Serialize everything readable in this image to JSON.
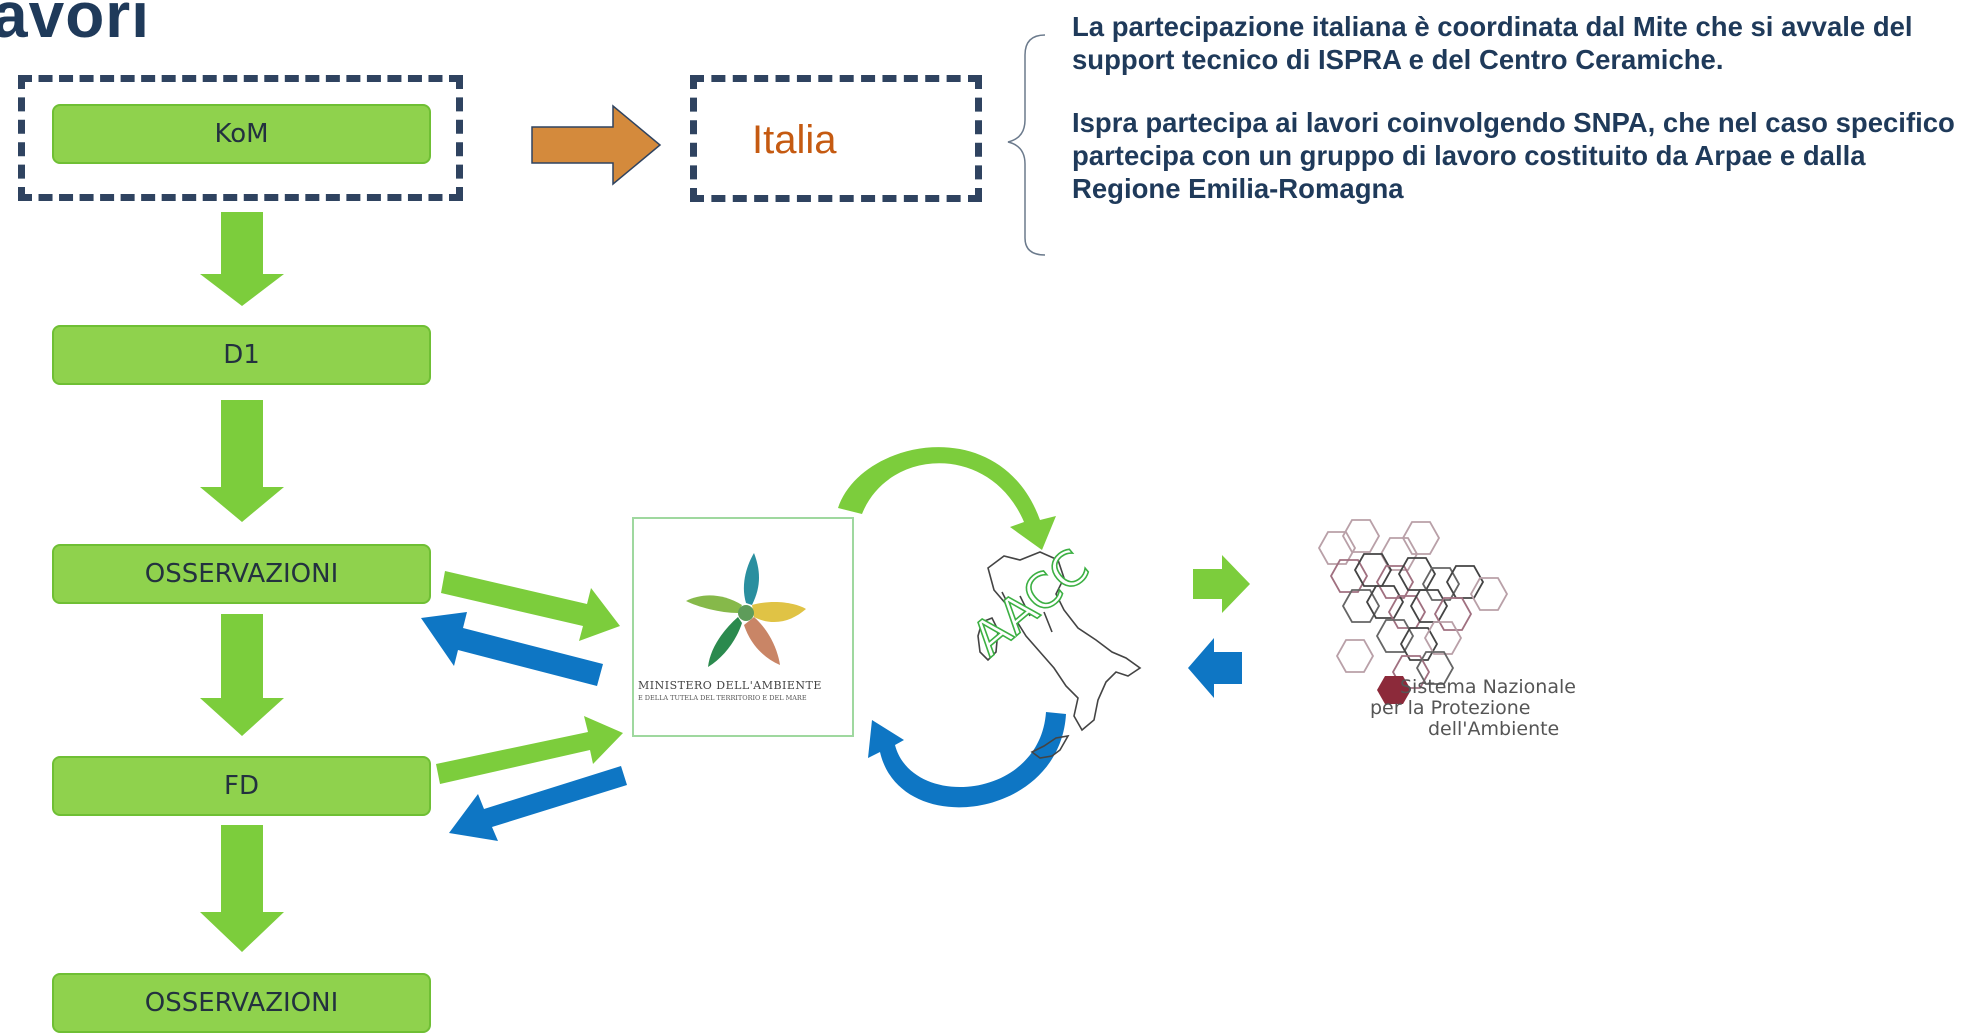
{
  "slide": {
    "title": "avori"
  },
  "flow": {
    "steps": [
      "KoM",
      "D1",
      "OSSERVAZIONI",
      "FD",
      "OSSERVAZIONI"
    ]
  },
  "country": {
    "label": "Italia"
  },
  "notes": {
    "paragraph1": "La partecipazione italiana è coordinata dal Mite che si avvale del support tecnico di ISPRA e del Centro Ceramiche.",
    "paragraph2": "Ispra partecipa ai lavori coinvolgendo SNPA, che nel caso specifico partecipa con un gruppo di lavoro costituito da Arpae e dalla Regione Emilia-Romagna"
  },
  "ministry_logo": {
    "line1": "MINISTERO DELL'AMBIENTE",
    "line2": "E DELLA TUTELA DEL TERRITORIO E DEL MARE"
  },
  "map": {
    "label": "AACC"
  },
  "snpa_logo": {
    "line1": "Sistema Nazionale",
    "line2": "per la Protezione",
    "line3": "dell'Ambiente"
  },
  "colors": {
    "step_fill": "#8fd24d",
    "arrow_green": "#7ccd3c",
    "arrow_blue": "#0e76c4",
    "arrow_orange": "#d48a3c",
    "frame_dash": "#2f4360",
    "title_text": "#1f3a5a",
    "italia_text": "#c55a11"
  }
}
